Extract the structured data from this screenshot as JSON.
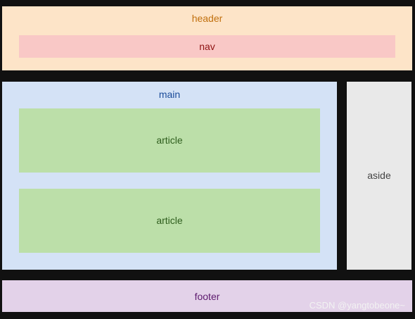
{
  "blocks": {
    "header": "header",
    "nav": "nav",
    "main": "main",
    "article_1": "article",
    "article_2": "article",
    "aside": "aside",
    "footer": "footer"
  },
  "watermark": "CSDN @yangtobeone~",
  "colors": {
    "background": "#111111",
    "header_fill": "#fde4c8",
    "header_text": "#c1700e",
    "nav_fill": "#f9c8c6",
    "nav_text": "#8f1313",
    "main_fill": "#d4e2f6",
    "main_text": "#1b4c9a",
    "article_fill": "#bcdfa9",
    "article_text": "#2f5e1e",
    "aside_fill": "#e9e9e9",
    "aside_text": "#444444",
    "footer_fill": "#e3d2e9",
    "footer_text": "#5d1a6e"
  }
}
